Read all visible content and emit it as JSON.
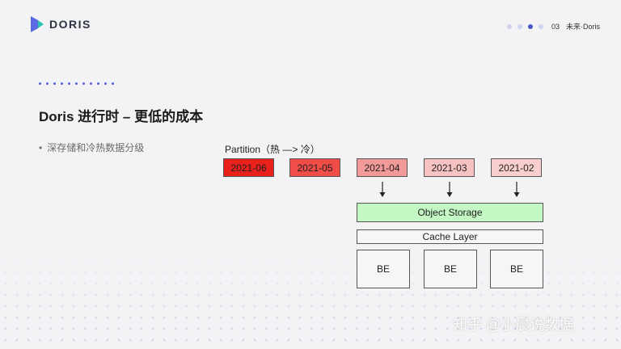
{
  "brand": {
    "name": "DORIS",
    "colors": {
      "logo_left": "#5a6ae0",
      "logo_right": "#2bc4b0"
    }
  },
  "pager": {
    "page_number": "03",
    "label": "未来·Doris",
    "dots": 4,
    "active_index": 2
  },
  "slide": {
    "title": "Doris 进行时 – 更低的成本",
    "bullet": "深存储和冷热数据分级"
  },
  "diagram": {
    "partition_label": "Partition（热 —> 冷）",
    "partitions": [
      {
        "label": "2021-06",
        "color": "#e8211d"
      },
      {
        "label": "2021-05",
        "color": "#f04c48"
      },
      {
        "label": "2021-04",
        "color": "#f29a98"
      },
      {
        "label": "2021-03",
        "color": "#f6c3c2"
      },
      {
        "label": "2021-02",
        "color": "#f8cfce"
      }
    ],
    "object_storage": "Object Storage",
    "cache_layer": "Cache Layer",
    "be_nodes": [
      "BE",
      "BE",
      "BE"
    ]
  },
  "watermark": "知乎 @小晨说数据"
}
